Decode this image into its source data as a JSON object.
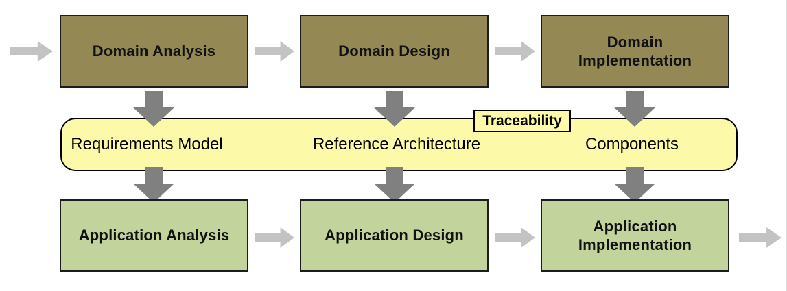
{
  "colors": {
    "domain_box": "#948855",
    "application_box": "#c3d39c",
    "band": "#fcf9a8",
    "tag": "#fcf9a8",
    "h_arrow": "#c3c3c3",
    "v_arrow": "#808080",
    "page_edge": "#dcdcdc"
  },
  "top_row": {
    "boxes": [
      {
        "label": "Domain Analysis"
      },
      {
        "label": "Domain Design"
      },
      {
        "label": "Domain Implementation"
      }
    ]
  },
  "band": {
    "items": [
      "Requirements Model",
      "Reference Architecture",
      "Components"
    ],
    "tag": "Traceability"
  },
  "bottom_row": {
    "boxes": [
      {
        "label": "Application Analysis"
      },
      {
        "label": "Application Design"
      },
      {
        "label": "Application Implementation"
      }
    ]
  }
}
